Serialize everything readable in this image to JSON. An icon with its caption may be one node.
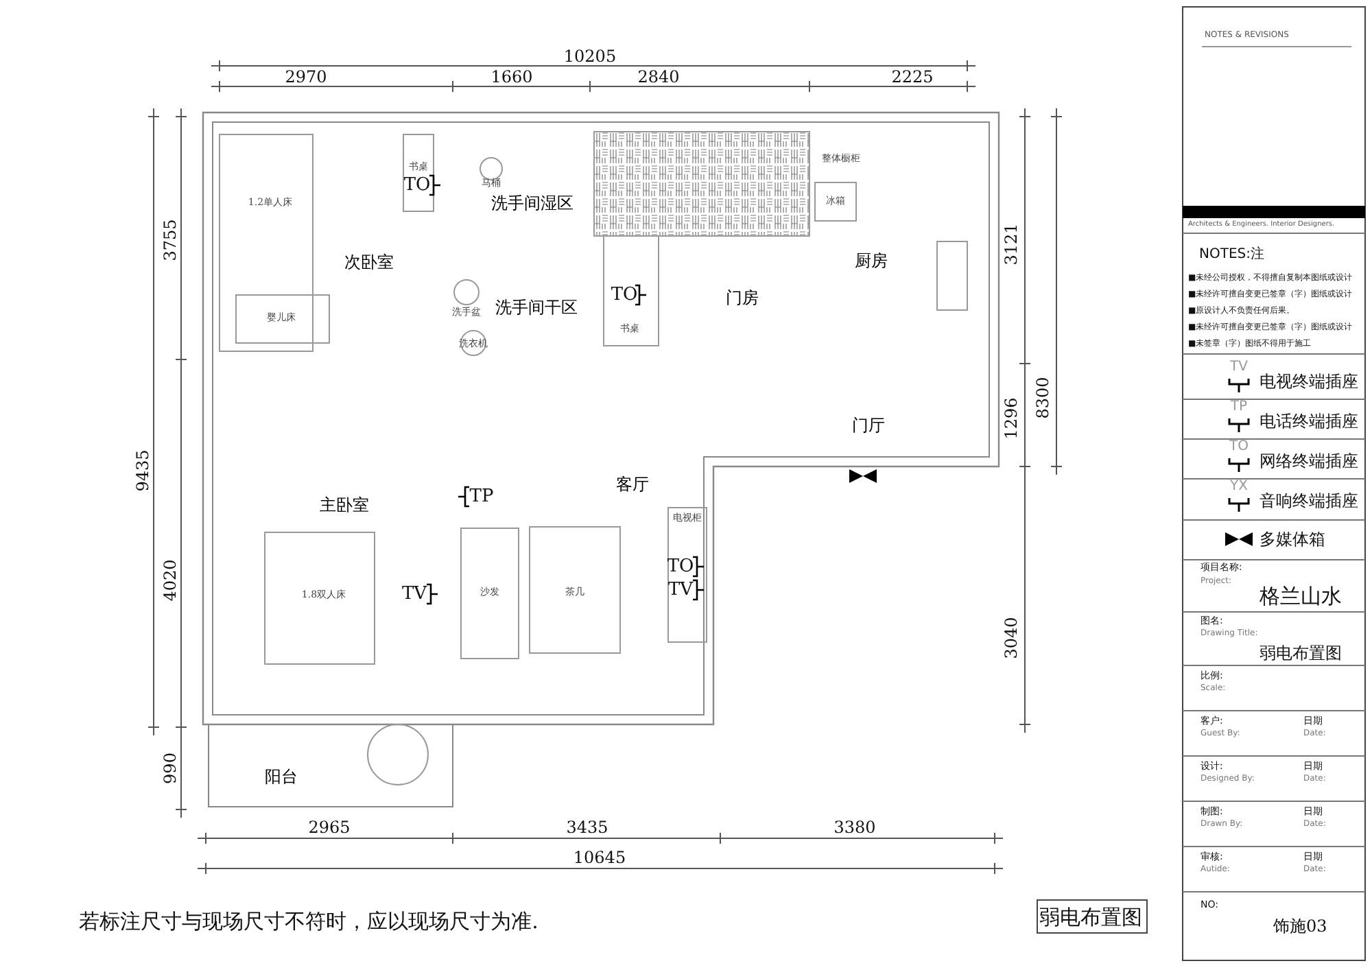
{
  "diagram": {
    "nodes": [
      {
        "text": [
          "次卧室"
        ]
      },
      {
        "text": [
          "洗手间湿区"
        ]
      },
      {
        "text": [
          "洗手间干区"
        ]
      },
      {
        "text": [
          "门房"
        ]
      },
      {
        "text": [
          "厨房"
        ]
      },
      {
        "text": [
          "门厅"
        ]
      },
      {
        "text": [
          "客厅"
        ]
      },
      {
        "text": [
          "主卧室"
        ]
      },
      {
        "text": [
          "阳台"
        ]
      }
    ],
    "labels": [
      "10205",
      "2970",
      "1660",
      "2840",
      "2225",
      "3755",
      "9435",
      "4020",
      "990",
      "3121",
      "1296",
      "8300",
      "3040",
      "2965",
      "3435",
      "3380",
      "10645",
      "书桌",
      "马桶",
      "1.2单人床",
      "婴儿床",
      "洗手盆",
      "洗衣机",
      "冰箱",
      "整体橱柜",
      "书桌",
      "沙发",
      "茶几",
      "电视柜",
      "1.8双人床",
      "TO",
      "TO",
      "TP",
      "TV",
      "TO",
      "TV",
      "若标注尺寸与现场尺寸不符时，应以现场尺寸为准.",
      "弱电布置图",
      "NOTES & REVISIONS",
      "Architects & Engineers.  Interior Designers.",
      "NOTES:注",
      "■未经公司授权，不得擅自复制本图纸或设计",
      "■未经许可擅自变更已签章（字）图纸或设计",
      "■原设计人不负责任何后果。",
      "■未经许可擅自变更已签章（字）图纸或设计",
      "■未签章（字）图纸不得用于施工",
      "TV",
      "TP",
      "TO",
      "YX",
      "项目名称:",
      "Project:",
      "格兰山水",
      "图名:",
      "Drawing Title:",
      "弱电布置图",
      "比例:",
      "Scale:",
      "客户:",
      "Guest By:",
      "日期",
      "Date:",
      "设计:",
      "Designed By:",
      "日期",
      "Date:",
      "制图:",
      "Drawn By:",
      "日期",
      "Date:",
      "审核:",
      "Autide:",
      "日期",
      "Date:",
      "NO:",
      "饰施03"
    ],
    "legend": [
      {
        "text": "电视终端插座"
      },
      {
        "text": "电话终端插座"
      },
      {
        "text": "网络终端插座"
      },
      {
        "text": "音响终端插座"
      },
      {
        "text": "多媒体箱"
      }
    ]
  }
}
